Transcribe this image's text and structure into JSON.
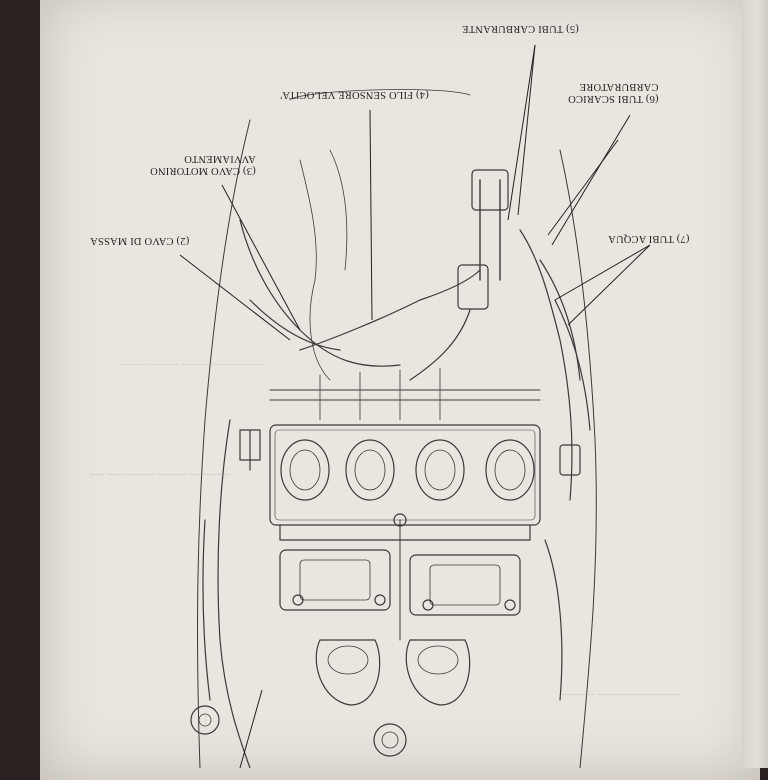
{
  "callouts": {
    "fuel_tubes": "(5) TUBI CARBURANTE",
    "speed_sensor": "(4) FILO SENSORE VELOCITA'",
    "drain_tubes_line1": "(6) TUBI SCARICO",
    "drain_tubes_line2": "CARBURATORE",
    "starter_cable_line1": "(3) CAVO MOTORINO",
    "starter_cable_line2": "AVVIAMENTO",
    "ground_cable": "(2) CAVO DI MASSA",
    "water_tubes": "(7) TUBI ACQUA"
  }
}
